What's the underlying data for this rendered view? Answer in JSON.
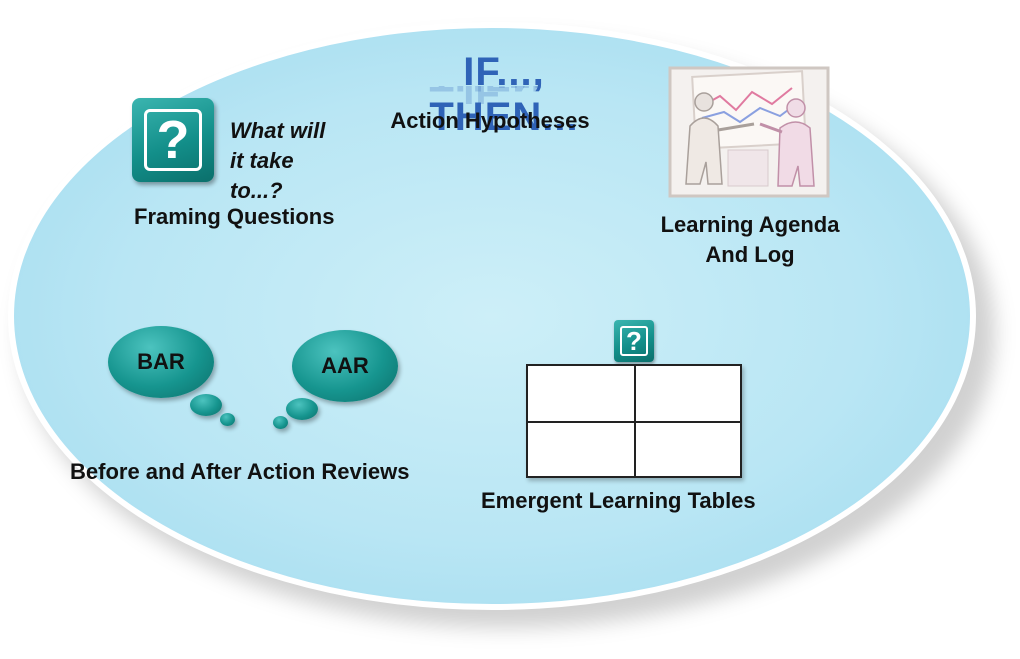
{
  "if_then": "IF..., THEN...",
  "action_hypotheses": "Action Hypotheses",
  "framing": {
    "question_mark": "?",
    "prompt_line1": "What will",
    "prompt_line2": "it take",
    "prompt_line3": "to...?",
    "label": "Framing Questions"
  },
  "learning_agenda": {
    "line1": "Learning Agenda",
    "line2": "And Log"
  },
  "reviews": {
    "bar": "BAR",
    "aar": "AAR",
    "label": "Before and After Action Reviews"
  },
  "tables": {
    "question_mark": "?",
    "label": "Emergent Learning Tables"
  },
  "colors": {
    "ellipse_fill": "#b9e6f4",
    "teal": "#138f8a",
    "if_then_blue": "#2f63b7"
  }
}
